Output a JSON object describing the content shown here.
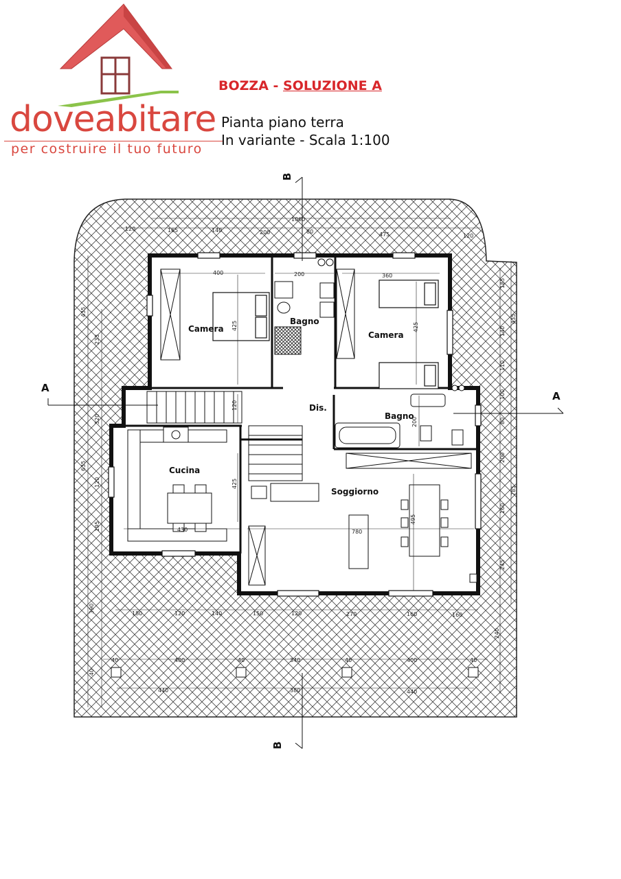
{
  "logo": {
    "name": "doveabitare",
    "tagline": "per costruire il tuo futuro",
    "roof_color": "#e05a5a",
    "text_color": "#d9473f"
  },
  "header": {
    "draft_label": "BOZZA - ",
    "solution_label": "SOLUZIONE A",
    "subtitle_line1": "Pianta piano terra",
    "subtitle_line2": "In variante - Scala 1:100",
    "accent_color": "#d8262a"
  },
  "plan": {
    "section_markers": {
      "b_top": "B",
      "b_bottom": "B",
      "a_left": "A",
      "a_right": "A"
    },
    "rooms": {
      "camera_left": "Camera",
      "bagno_top": "Bagno",
      "camera_right": "Camera",
      "dis": "Dis.",
      "bagno_right": "Bagno",
      "cucina": "Cucina",
      "soggiorno": "Soggiorno"
    },
    "dimensions": {
      "top_row": [
        "120",
        "165",
        "140",
        "200",
        "80",
        "475",
        "120"
      ],
      "top_total": "1060",
      "room_widths": [
        "400",
        "200",
        "360"
      ],
      "room_heights": [
        "425",
        "425",
        "120",
        "425",
        "495"
      ],
      "bagno_right_depth": "200",
      "kitchen_width": "430",
      "living_width": "780",
      "left_column": [
        "435",
        "233",
        "320",
        "635",
        "120",
        "195",
        "390",
        "40"
      ],
      "right_column": [
        "185",
        "435",
        "140",
        "110",
        "100",
        "80",
        "200",
        "785",
        "160",
        "245",
        "240"
      ],
      "bottom_row1": [
        "180",
        "120",
        "140",
        "150",
        "120",
        "270",
        "160",
        "160"
      ],
      "bottom_row2": [
        "40",
        "400",
        "40",
        "340",
        "40",
        "400",
        "40"
      ],
      "bottom_row3": [
        "440",
        "380",
        "440"
      ]
    }
  }
}
